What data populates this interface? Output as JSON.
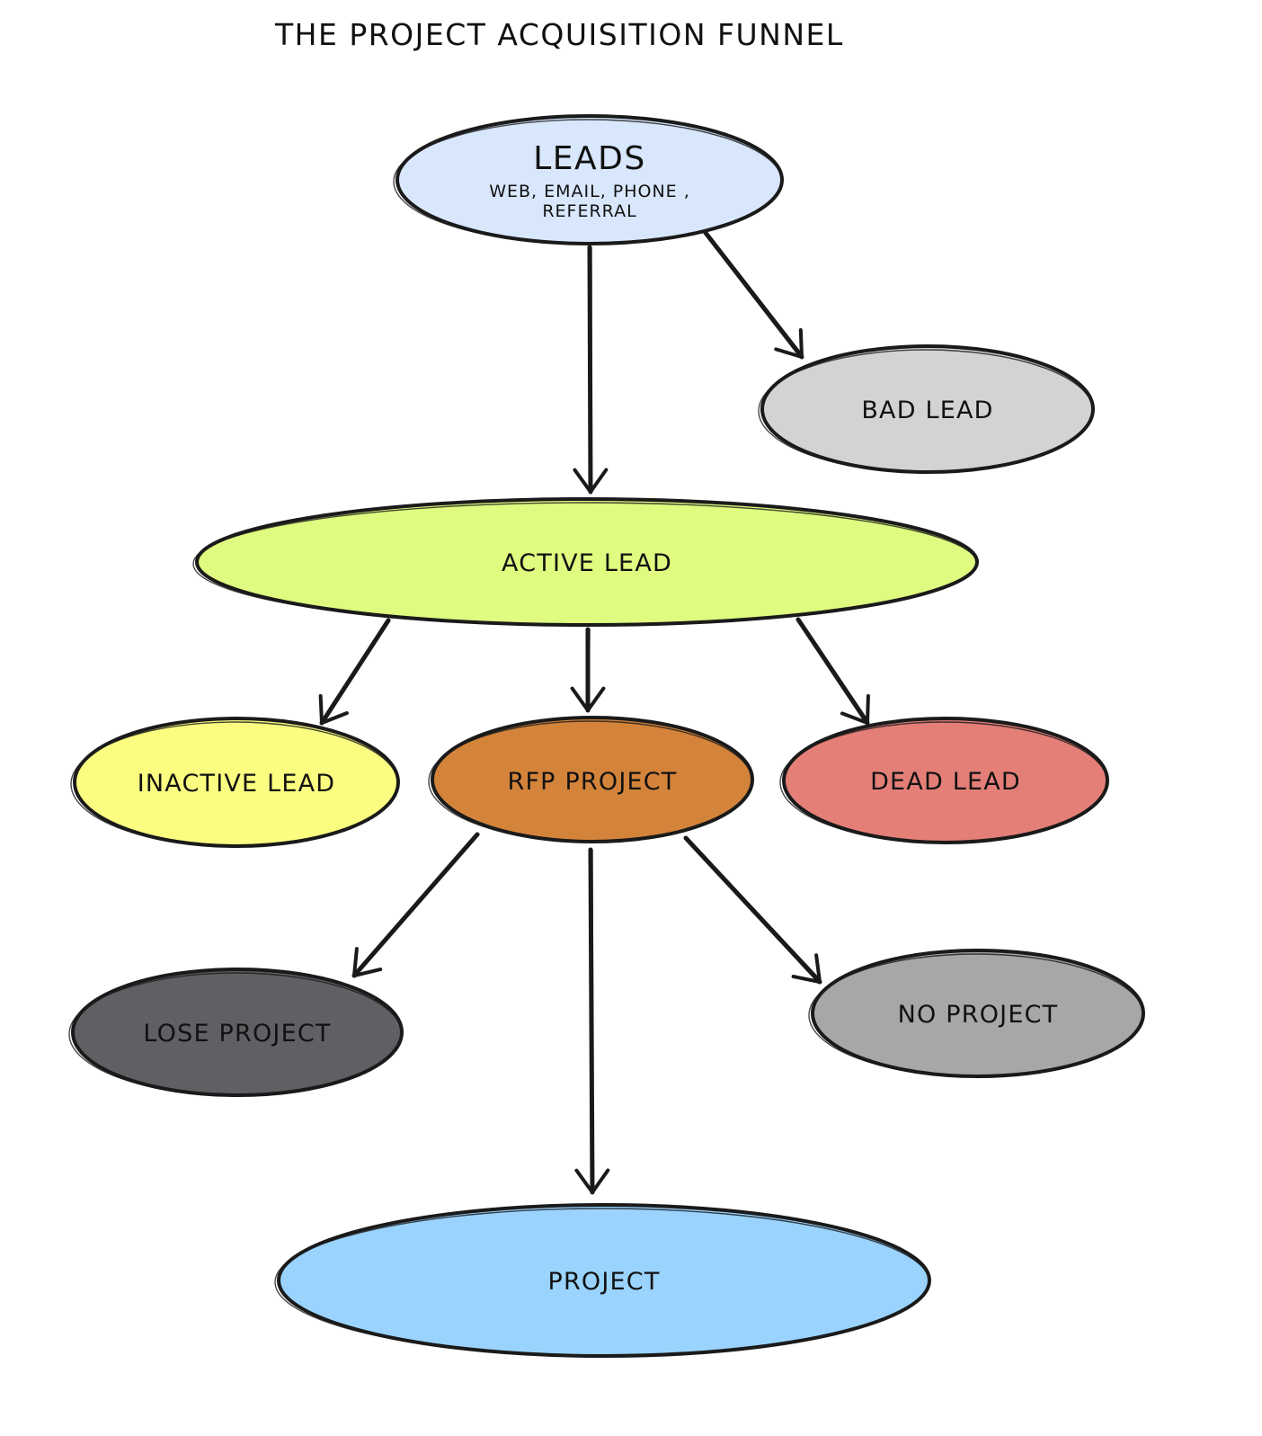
{
  "title": "THE PROJECT ACQUISITION FUNNEL",
  "nodes": {
    "leads": {
      "label": "LEADS",
      "sub1": "WEB, EMAIL, PHONE ,",
      "sub2": "REFERRAL",
      "color": "#d8e7fc"
    },
    "bad_lead": {
      "label": "BAD LEAD",
      "color": "#d3d3d3"
    },
    "active_lead": {
      "label": "ACTIVE LEAD",
      "color": "#dffb80"
    },
    "inactive_lead": {
      "label": "INACTIVE LEAD",
      "color": "#fbfd80"
    },
    "rfp_project": {
      "label": "RFP PROJECT",
      "color": "#d4843a"
    },
    "dead_lead": {
      "label": "DEAD LEAD",
      "color": "#e47f78"
    },
    "lose_project": {
      "label": "LOSE PROJECT",
      "color": "#5f6064"
    },
    "no_project": {
      "label": "NO PROJECT",
      "color": "#a7a7a7"
    },
    "project": {
      "label": "PROJECT",
      "color": "#9ad3fd"
    }
  },
  "edges": [
    {
      "from": "leads",
      "to": "active_lead"
    },
    {
      "from": "leads",
      "to": "bad_lead"
    },
    {
      "from": "active_lead",
      "to": "inactive_lead"
    },
    {
      "from": "active_lead",
      "to": "rfp_project"
    },
    {
      "from": "active_lead",
      "to": "dead_lead"
    },
    {
      "from": "rfp_project",
      "to": "lose_project"
    },
    {
      "from": "rfp_project",
      "to": "project"
    },
    {
      "from": "rfp_project",
      "to": "no_project"
    }
  ]
}
